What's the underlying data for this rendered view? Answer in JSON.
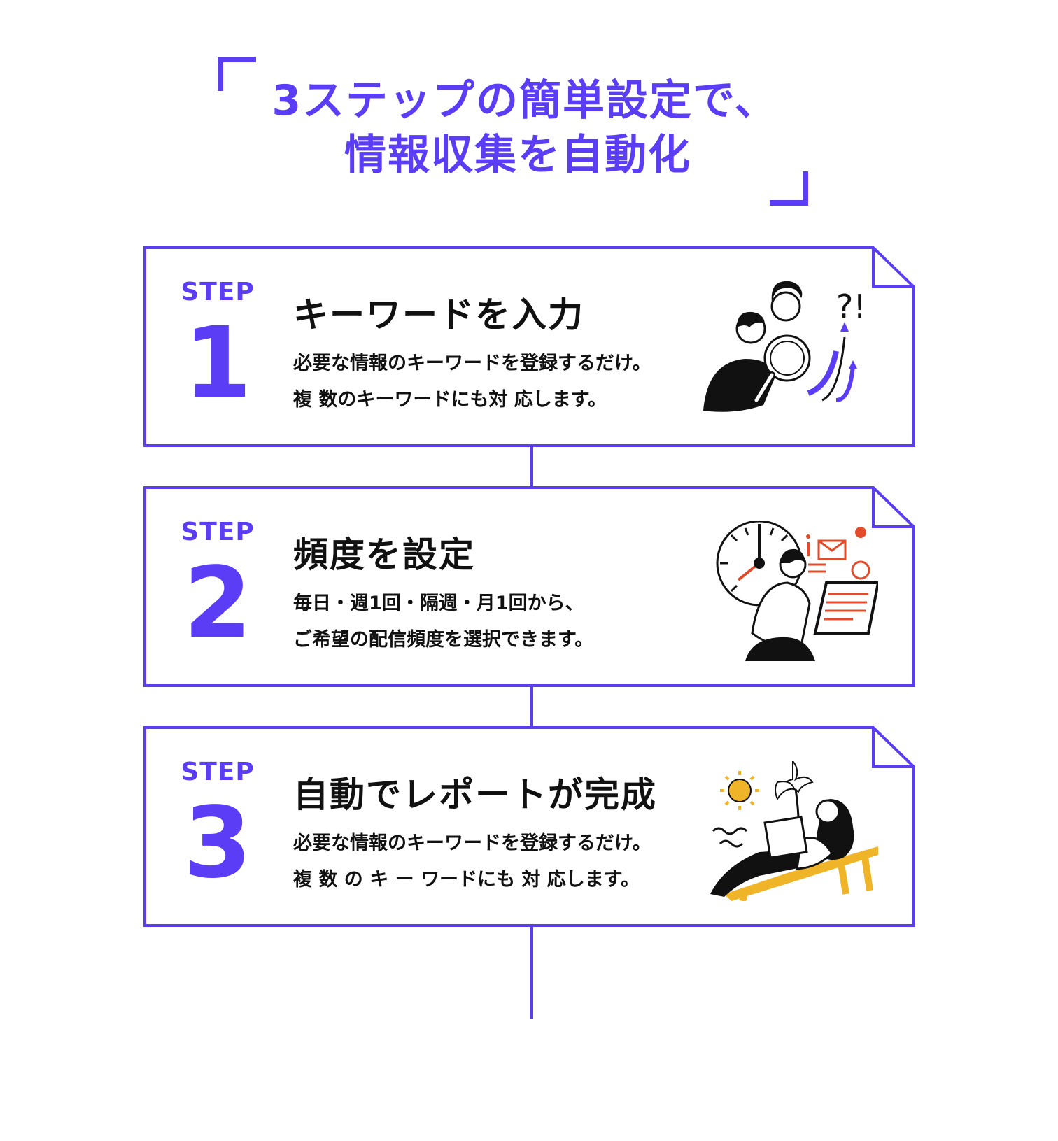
{
  "heading": {
    "line1": "3ステップの簡単設定で、",
    "line2": "情報収集を自動化"
  },
  "colors": {
    "accent": "#5b3df5",
    "text": "#111111",
    "illustration_orange": "#e34b2a",
    "illustration_yellow": "#f0b429"
  },
  "steps": [
    {
      "label": "STEP",
      "number": "1",
      "title": "キーワードを入力",
      "desc_line1": "必要な情報のキーワードを登録するだけ。",
      "desc_line2": "複 数のキーワードにも対 応します。",
      "illustration": "people-magnifier-illustration"
    },
    {
      "label": "STEP",
      "number": "2",
      "title": "頻度を設定",
      "desc_line1": "毎日・週1回・隔週・月1回から、",
      "desc_line2": "ご希望の配信頻度を選択できます。",
      "illustration": "clock-laptop-illustration"
    },
    {
      "label": "STEP",
      "number": "3",
      "title": "自動でレポートが完成",
      "desc_line1": "必要な情報のキーワードを登録するだけ。",
      "desc_line2": "複 数 の キ ー ワードにも 対 応します。",
      "illustration": "beach-relax-illustration"
    }
  ]
}
